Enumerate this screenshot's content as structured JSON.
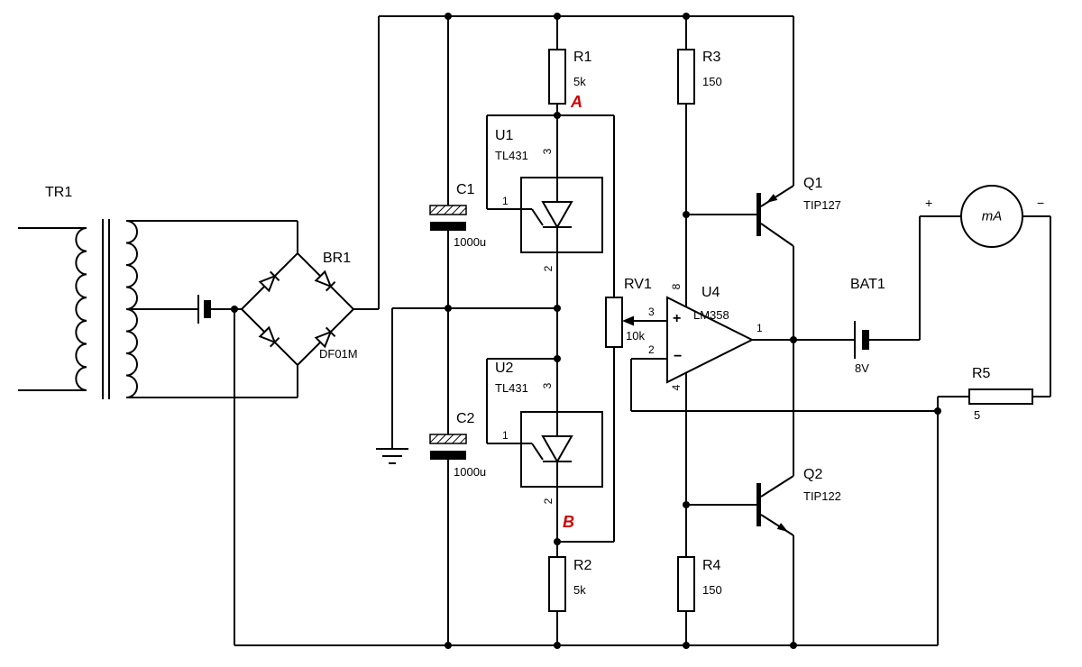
{
  "components": {
    "tr1": {
      "ref": "TR1"
    },
    "br1": {
      "ref": "BR1",
      "value": "DF01M"
    },
    "c1": {
      "ref": "C1",
      "value": "1000u"
    },
    "c2": {
      "ref": "C2",
      "value": "1000u"
    },
    "u1": {
      "ref": "U1",
      "value": "TL431",
      "pin1": "1",
      "pin2": "2",
      "pin3": "3"
    },
    "u2": {
      "ref": "U2",
      "value": "TL431",
      "pin1": "1",
      "pin2": "2",
      "pin3": "3"
    },
    "u4": {
      "ref": "U4",
      "value": "LM358",
      "pin1": "1",
      "pin2": "2",
      "pin3": "3",
      "pin4": "4",
      "pin8": "8",
      "plus": "+",
      "minus": "−"
    },
    "r1": {
      "ref": "R1",
      "value": "5k"
    },
    "r2": {
      "ref": "R2",
      "value": "5k"
    },
    "r3": {
      "ref": "R3",
      "value": "150"
    },
    "r4": {
      "ref": "R4",
      "value": "150"
    },
    "r5": {
      "ref": "R5",
      "value": "5"
    },
    "rv1": {
      "ref": "RV1",
      "value": "10k"
    },
    "q1": {
      "ref": "Q1",
      "value": "TIP127"
    },
    "q2": {
      "ref": "Q2",
      "value": "TIP122"
    },
    "bat1": {
      "ref": "BAT1",
      "value": "8V"
    },
    "meter": {
      "label": "mA",
      "plus": "+",
      "minus": "−"
    }
  },
  "nodes": {
    "a": "A",
    "b": "B"
  },
  "colors": {
    "wire": "#000000",
    "node_label": "#cc0000",
    "background": "#ffffff"
  }
}
